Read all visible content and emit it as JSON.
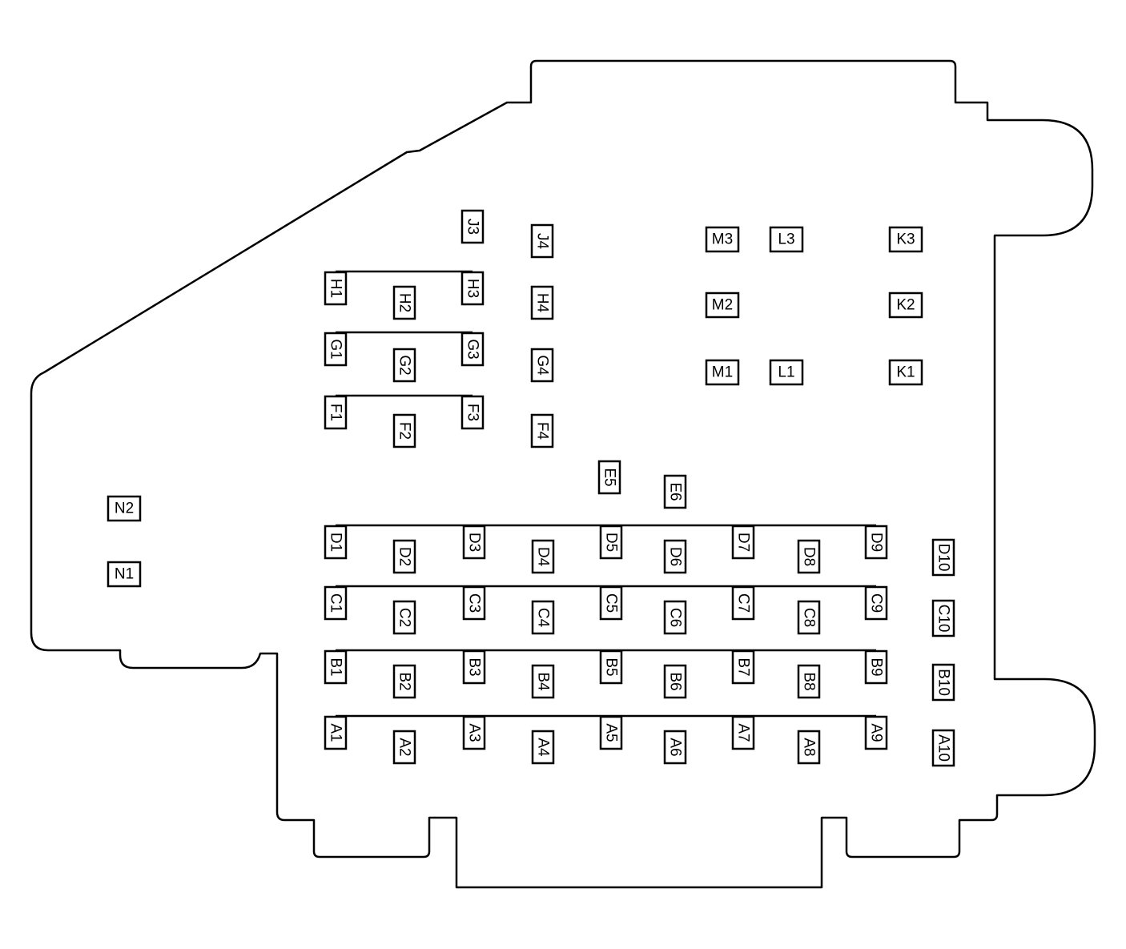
{
  "diagram": {
    "bus_groups": [
      "H",
      "G",
      "F",
      "D",
      "C",
      "B",
      "A"
    ],
    "connectors": [
      {
        "id": "J3",
        "rot": true
      },
      {
        "id": "J4",
        "rot": true
      },
      {
        "id": "H1",
        "rot": true
      },
      {
        "id": "H2",
        "rot": true
      },
      {
        "id": "H3",
        "rot": true
      },
      {
        "id": "H4",
        "rot": true
      },
      {
        "id": "G1",
        "rot": true
      },
      {
        "id": "G2",
        "rot": true
      },
      {
        "id": "G3",
        "rot": true
      },
      {
        "id": "G4",
        "rot": true
      },
      {
        "id": "F1",
        "rot": true
      },
      {
        "id": "F2",
        "rot": true
      },
      {
        "id": "F3",
        "rot": true
      },
      {
        "id": "F4",
        "rot": true
      },
      {
        "id": "E5",
        "rot": true
      },
      {
        "id": "E6",
        "rot": true
      },
      {
        "id": "M3",
        "rot": false
      },
      {
        "id": "L3",
        "rot": false
      },
      {
        "id": "K3",
        "rot": false
      },
      {
        "id": "M2",
        "rot": false
      },
      {
        "id": "K2",
        "rot": false
      },
      {
        "id": "M1",
        "rot": false
      },
      {
        "id": "L1",
        "rot": false
      },
      {
        "id": "K1",
        "rot": false
      },
      {
        "id": "N2",
        "rot": false
      },
      {
        "id": "N1",
        "rot": false
      },
      {
        "id": "D1",
        "rot": true
      },
      {
        "id": "D2",
        "rot": true
      },
      {
        "id": "D3",
        "rot": true
      },
      {
        "id": "D4",
        "rot": true
      },
      {
        "id": "D5",
        "rot": true
      },
      {
        "id": "D6",
        "rot": true
      },
      {
        "id": "D7",
        "rot": true
      },
      {
        "id": "D8",
        "rot": true
      },
      {
        "id": "D9",
        "rot": true
      },
      {
        "id": "D10",
        "rot": true
      },
      {
        "id": "C1",
        "rot": true
      },
      {
        "id": "C2",
        "rot": true
      },
      {
        "id": "C3",
        "rot": true
      },
      {
        "id": "C4",
        "rot": true
      },
      {
        "id": "C5",
        "rot": true
      },
      {
        "id": "C6",
        "rot": true
      },
      {
        "id": "C7",
        "rot": true
      },
      {
        "id": "C8",
        "rot": true
      },
      {
        "id": "C9",
        "rot": true
      },
      {
        "id": "C10",
        "rot": true
      },
      {
        "id": "B1",
        "rot": true
      },
      {
        "id": "B2",
        "rot": true
      },
      {
        "id": "B3",
        "rot": true
      },
      {
        "id": "B4",
        "rot": true
      },
      {
        "id": "B5",
        "rot": true
      },
      {
        "id": "B6",
        "rot": true
      },
      {
        "id": "B7",
        "rot": true
      },
      {
        "id": "B8",
        "rot": true
      },
      {
        "id": "B9",
        "rot": true
      },
      {
        "id": "B10",
        "rot": true
      },
      {
        "id": "A1",
        "rot": true
      },
      {
        "id": "A2",
        "rot": true
      },
      {
        "id": "A3",
        "rot": true
      },
      {
        "id": "A4",
        "rot": true
      },
      {
        "id": "A5",
        "rot": true
      },
      {
        "id": "A6",
        "rot": true
      },
      {
        "id": "A7",
        "rot": true
      },
      {
        "id": "A8",
        "rot": true
      },
      {
        "id": "A9",
        "rot": true
      },
      {
        "id": "A10",
        "rot": true
      }
    ]
  }
}
